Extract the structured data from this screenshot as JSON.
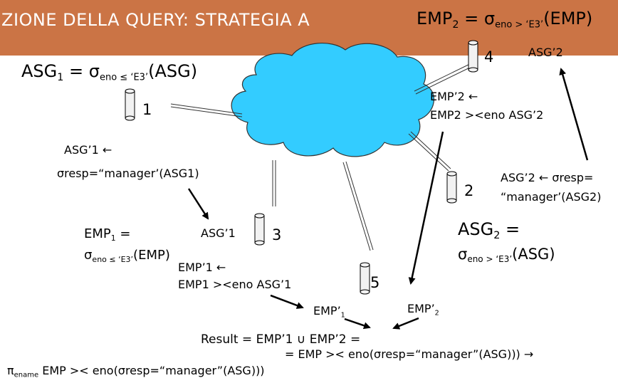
{
  "header": {
    "title": "ZIONE DELLA QUERY: STRATEGIA A",
    "emp2_prefix": "EMP",
    "emp2_sub": "2",
    "emp2_eq": " = σ",
    "emp2_cond": "eno > ‘E3’",
    "emp2_rel": "(EMP)",
    "banner_color": "#CB7445"
  },
  "site1_formula": {
    "prefix": "ASG",
    "sub": "1",
    "eq": " = σ",
    "cond": "eno ≤ ‘E3’",
    "rel": "(ASG)"
  },
  "sites": {
    "s1": "1",
    "s2": "2",
    "s3": "3",
    "s4": "4",
    "s5": "5"
  },
  "asg2_top_label": "ASG’2",
  "emp2_assign": {
    "line1": "EMP’2 ←",
    "line2": "EMP2 ><eno ASG’2"
  },
  "asg1_assign": {
    "line1": "ASG’1 ←",
    "line2": "σresp=“manager’(ASG1)"
  },
  "asg2_assign": {
    "line1": "ASG’2 ←  σresp=",
    "line2": "“manager’(ASG2)"
  },
  "emp1_formula": {
    "prefix": "EMP",
    "sub": "1",
    "eq": " =",
    "sigma": "σ",
    "cond": "eno ≤ ‘E3’",
    "rel": "(EMP)"
  },
  "asg1_at_site3": "ASG’1",
  "asg2_formula": {
    "prefix": "ASG",
    "sub": "2",
    "eq": " =",
    "sigma": "σ",
    "cond": "eno > ‘E3’",
    "rel": "(ASG)"
  },
  "emp1_assign": {
    "line1": "EMP’1 ←",
    "line2": "EMP1 ><eno ASG’1"
  },
  "emp1_prime": {
    "prefix": "EMP’",
    "sub": "1"
  },
  "emp2_prime": {
    "prefix": "EMP’",
    "sub": "2"
  },
  "result": {
    "line1": "Result = EMP’1 ∪ EMP’2 =",
    "line2": "= EMP >< eno(σresp=“manager”(ASG)))   →",
    "pi": "π",
    "pi_sub": "ename",
    "line3": " EMP >< eno(σresp=“manager”(ASG)))"
  },
  "colors": {
    "cloud_fill": "#33CCFF",
    "cylinder_fill": "#F2F2F2",
    "text": "#000000"
  }
}
